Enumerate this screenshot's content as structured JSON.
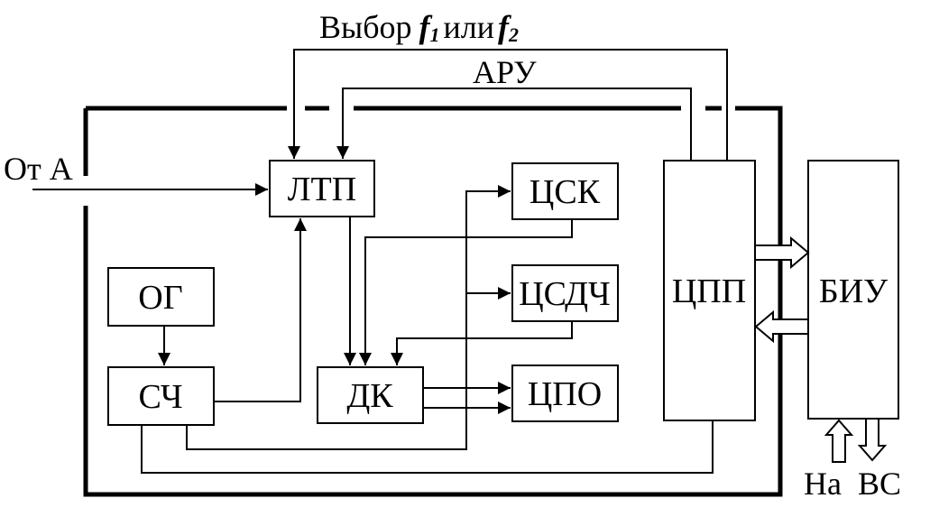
{
  "blocks": {
    "ltp": "ЛТП",
    "og": "ОГ",
    "sch": "СЧ",
    "dk": "ДК",
    "tsk": "ЦСК",
    "tsdch": "ЦСДЧ",
    "tspo": "ЦПО",
    "tspp": "ЦПП",
    "biu": "БИУ"
  },
  "labels": {
    "select_prefix": "Выбор",
    "f1_letter": "f",
    "f1_sub": "1",
    "or": "или",
    "f2_letter": "f",
    "f2_sub": "2",
    "aru": "АРУ",
    "from_a": "От А",
    "to": "На",
    "vs": "ВС"
  }
}
